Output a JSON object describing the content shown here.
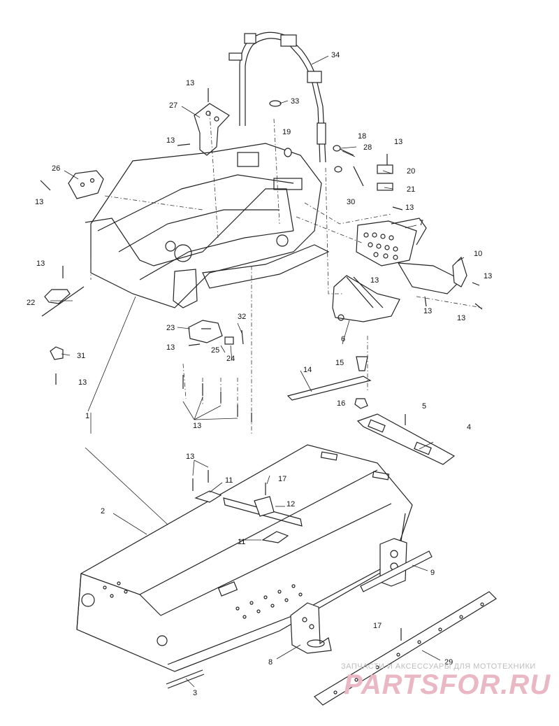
{
  "callouts": [
    {
      "id": "c34",
      "text": "34"
    },
    {
      "id": "c13a",
      "text": "13"
    },
    {
      "id": "c33",
      "text": "33"
    },
    {
      "id": "c27",
      "text": "27"
    },
    {
      "id": "c13b",
      "text": "13"
    },
    {
      "id": "c19",
      "text": "19"
    },
    {
      "id": "c18",
      "text": "18"
    },
    {
      "id": "c28",
      "text": "28"
    },
    {
      "id": "c13c",
      "text": "13"
    },
    {
      "id": "c20",
      "text": "20"
    },
    {
      "id": "c21",
      "text": "21"
    },
    {
      "id": "c26",
      "text": "26"
    },
    {
      "id": "c13d",
      "text": "13"
    },
    {
      "id": "c30",
      "text": "30"
    },
    {
      "id": "c13e",
      "text": "13"
    },
    {
      "id": "c7",
      "text": "7"
    },
    {
      "id": "c10",
      "text": "10"
    },
    {
      "id": "c13f",
      "text": "13"
    },
    {
      "id": "c13g",
      "text": "13"
    },
    {
      "id": "c13h",
      "text": "13"
    },
    {
      "id": "c22",
      "text": "22"
    },
    {
      "id": "c13i",
      "text": "13"
    },
    {
      "id": "c13j",
      "text": "13"
    },
    {
      "id": "c32",
      "text": "32"
    },
    {
      "id": "c23",
      "text": "23"
    },
    {
      "id": "c6",
      "text": "6"
    },
    {
      "id": "c13k",
      "text": "13"
    },
    {
      "id": "c25",
      "text": "25"
    },
    {
      "id": "c24",
      "text": "24"
    },
    {
      "id": "c31",
      "text": "31"
    },
    {
      "id": "c15",
      "text": "15"
    },
    {
      "id": "c13l",
      "text": "13"
    },
    {
      "id": "c14",
      "text": "14"
    },
    {
      "id": "c16",
      "text": "16"
    },
    {
      "id": "c1",
      "text": "1"
    },
    {
      "id": "c5",
      "text": "5"
    },
    {
      "id": "c13m",
      "text": "13"
    },
    {
      "id": "c4",
      "text": "4"
    },
    {
      "id": "c13n",
      "text": "13"
    },
    {
      "id": "c11a",
      "text": "11"
    },
    {
      "id": "c17a",
      "text": "17"
    },
    {
      "id": "c12",
      "text": "12"
    },
    {
      "id": "c2",
      "text": "2"
    },
    {
      "id": "c11b",
      "text": "11"
    },
    {
      "id": "c9",
      "text": "9"
    },
    {
      "id": "c17b",
      "text": "17"
    },
    {
      "id": "c8",
      "text": "8"
    },
    {
      "id": "c29",
      "text": "29"
    },
    {
      "id": "c3",
      "text": "3"
    }
  ],
  "watermark": {
    "top_line": "ЗАПЧАСТИ И АКСЕССУАРЫ ДЛЯ МОТОТЕХНИКИ",
    "brand": "PARTSFOR.RU"
  },
  "colors": {
    "line": "#222222",
    "watermark_brand": "#e9b8c4",
    "watermark_text": "#bdbdbd"
  }
}
